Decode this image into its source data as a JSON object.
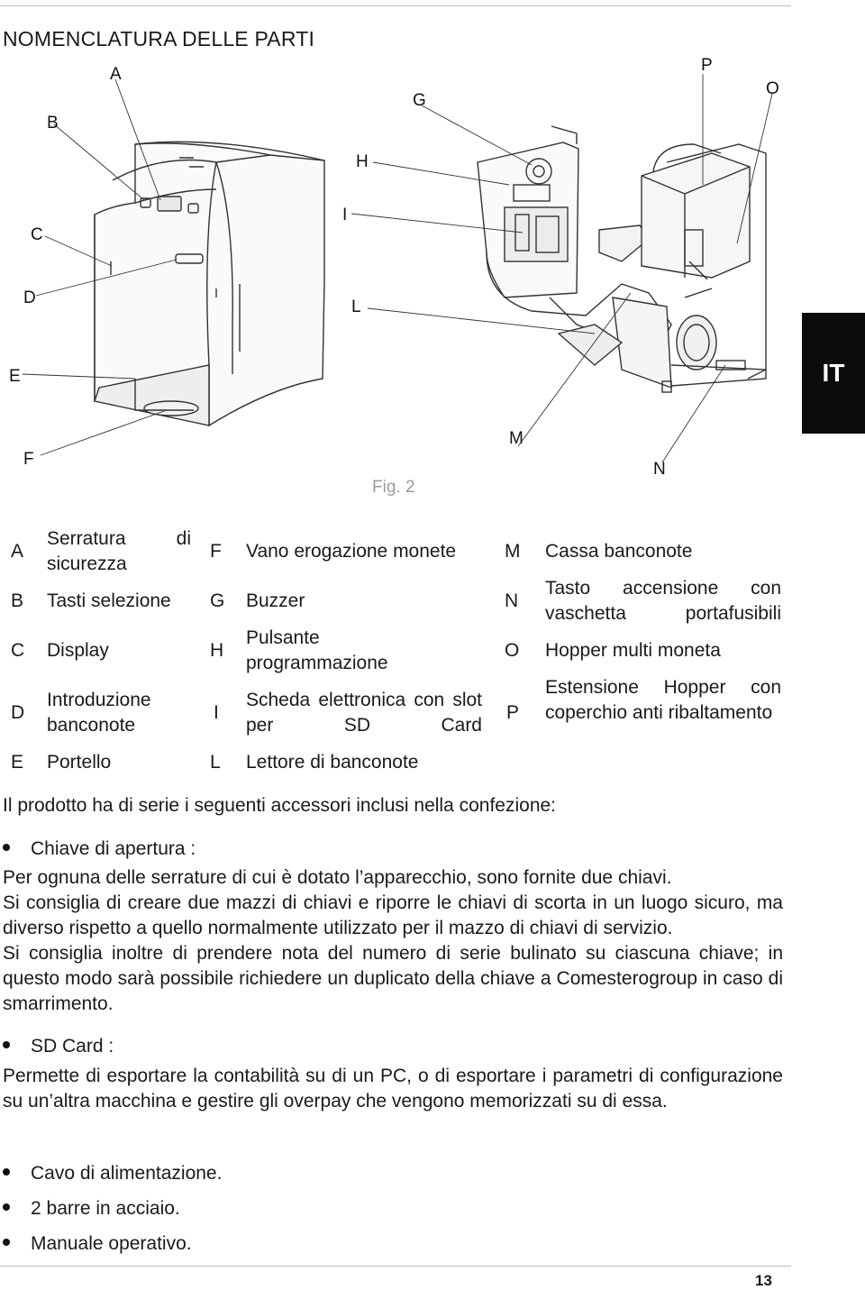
{
  "document": {
    "title": "NOMENCLATURA DELLE PARTI",
    "language_tab": "IT",
    "figure_caption": "Fig. 2",
    "callouts": [
      "A",
      "B",
      "C",
      "D",
      "E",
      "F",
      "G",
      "H",
      "I",
      "L",
      "M",
      "N",
      "O",
      "P"
    ],
    "legend": [
      {
        "letter": "A",
        "text": "Serratura di sicurezza"
      },
      {
        "letter": "B",
        "text": "Tasti selezione"
      },
      {
        "letter": "C",
        "text": "Display"
      },
      {
        "letter": "D",
        "text": "Introduzione banconote"
      },
      {
        "letter": "E",
        "text": "Portello"
      },
      {
        "letter": "F",
        "text": "Vano erogazione monete"
      },
      {
        "letter": "G",
        "text": "Buzzer"
      },
      {
        "letter": "H",
        "text": "Pulsante programmazione"
      },
      {
        "letter": "I",
        "text": "Scheda elettronica con slot per SD Card"
      },
      {
        "letter": "L",
        "text": "Lettore di banconote"
      },
      {
        "letter": "M",
        "text": "Cassa banconote"
      },
      {
        "letter": "N",
        "text": "Tasto accensione con vaschetta portafusibili"
      },
      {
        "letter": "O",
        "text": "Hopper multi moneta"
      },
      {
        "letter": "P",
        "text": "Estensione Hopper con coperchio anti ribaltamento"
      }
    ],
    "intro": "Il prodotto ha di serie i seguenti accessori inclusi nella confezione:",
    "accessories": [
      {
        "title": "Chiave di apertura :",
        "paragraphs": [
          "Per ognuna delle serrature di cui è dotato l’apparecchio, sono fornite due chiavi.",
          "Si consiglia di creare due mazzi di chiavi e riporre le chiavi di scorta in un luogo sicuro, ma diverso rispetto a quello normalmente utilizzato per il mazzo di chiavi di servizio.",
          "Si consiglia inoltre di prendere nota del numero di serie bulinato su ciascuna chiave; in questo modo sarà possibile richiedere un duplicato della chiave a Comesterogroup in caso di smarrimento."
        ]
      },
      {
        "title": "SD Card :",
        "paragraphs": [
          "Permette di esportare la contabilità su di un PC, o di esportare i parametri di configurazione su un’altra macchina e gestire gli overpay che vengono memorizzati su di essa."
        ]
      }
    ],
    "more_accessories": [
      "Cavo di alimentazione.",
      "2 barre in acciaio.",
      "Manuale operativo."
    ],
    "page_number": "13"
  }
}
